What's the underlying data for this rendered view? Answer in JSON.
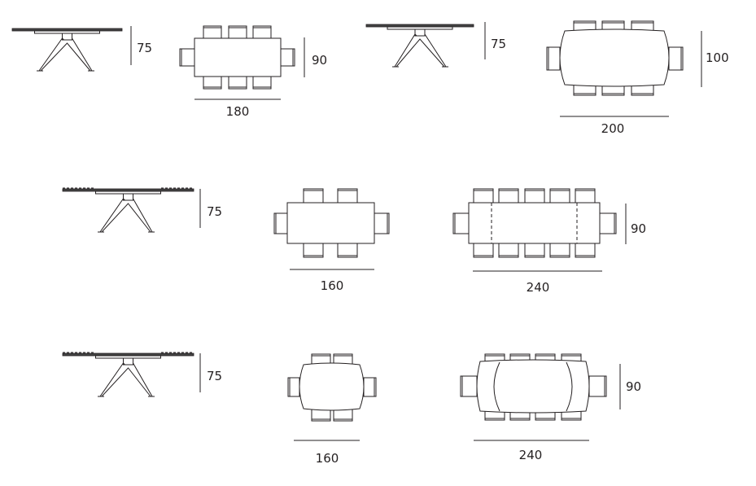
{
  "title": "Table dimensions diagram (cm)",
  "colors": {
    "line": "#231f20",
    "background": "#ffffff"
  },
  "rows": [
    {
      "side_height": "75",
      "tops": [
        {
          "shape": "rectangle",
          "length": "180",
          "width": "90",
          "chairs_per_side": 3
        },
        {
          "shape": "barrel",
          "length": "200",
          "width": "100",
          "chairs_per_side": 3
        }
      ],
      "second_side_height": "75"
    },
    {
      "side_height": "75",
      "tops": [
        {
          "shape": "rectangle",
          "length": "160",
          "chairs_per_side": 2
        },
        {
          "shape": "rectangle-extended",
          "length": "240",
          "width": "90",
          "chairs_per_side": 5
        }
      ]
    },
    {
      "side_height": "75",
      "tops": [
        {
          "shape": "barrel",
          "length": "160",
          "chairs_per_side": 2
        },
        {
          "shape": "barrel-extended",
          "length": "240",
          "width": "90",
          "chairs_per_side": 4
        }
      ]
    }
  ]
}
